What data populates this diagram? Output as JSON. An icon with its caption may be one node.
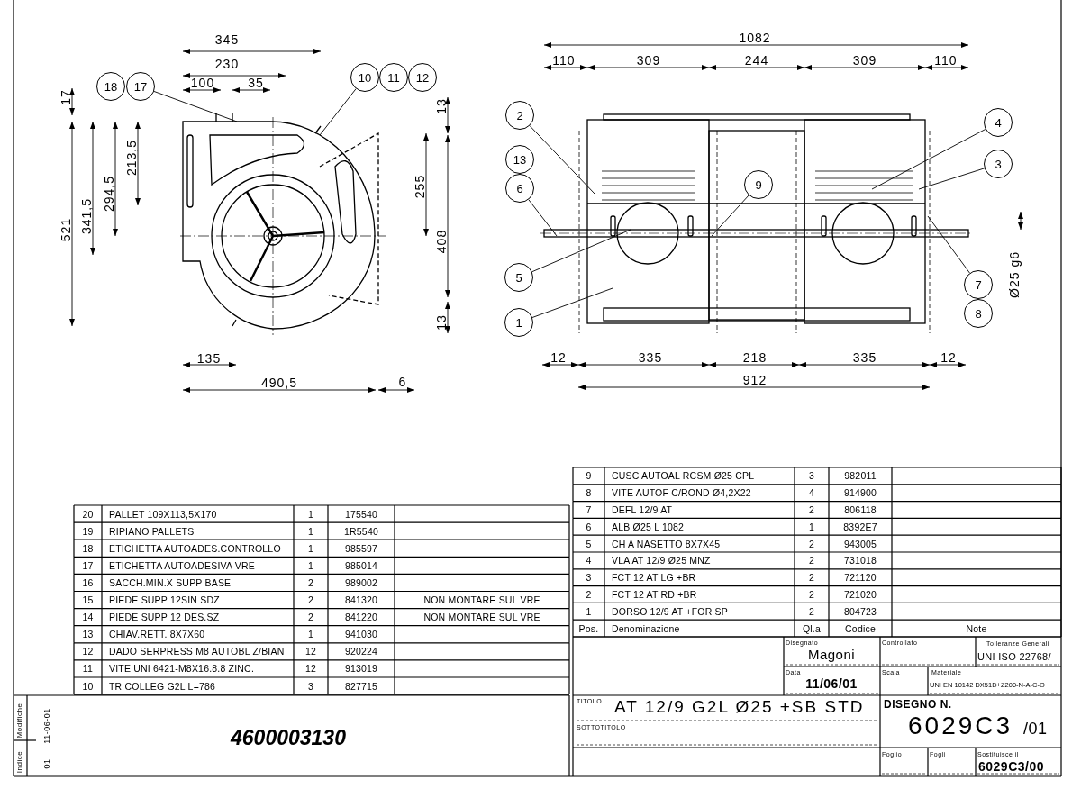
{
  "diagram": {
    "nodes": [
      {
        "text": [
          "18"
        ]
      },
      {
        "text": [
          "17"
        ]
      },
      {
        "text": [
          "10"
        ]
      },
      {
        "text": [
          "11"
        ]
      },
      {
        "text": [
          "12"
        ]
      },
      {
        "text": [
          "2"
        ]
      },
      {
        "text": [
          "13"
        ]
      },
      {
        "text": [
          "6"
        ]
      },
      {
        "text": [
          "5"
        ]
      },
      {
        "text": [
          "1"
        ]
      },
      {
        "text": [
          "9"
        ]
      },
      {
        "text": [
          "4"
        ]
      },
      {
        "text": [
          "3"
        ]
      },
      {
        "text": [
          "7"
        ]
      },
      {
        "text": [
          "8"
        ]
      }
    ],
    "edges": [
      {
        "from": 1,
        "to": null,
        "arrow": "none"
      },
      {
        "from": 2,
        "to": null,
        "arrow": "none"
      },
      {
        "from": 5,
        "to": null,
        "arrow": "none"
      },
      {
        "from": 7,
        "to": null,
        "arrow": "none"
      },
      {
        "from": 8,
        "to": null,
        "arrow": "none"
      },
      {
        "from": 9,
        "to": null,
        "arrow": "none"
      },
      {
        "from": 10,
        "to": null,
        "arrow": "none"
      },
      {
        "from": 11,
        "to": null,
        "arrow": "none"
      },
      {
        "from": 12,
        "to": null,
        "arrow": "none"
      },
      {
        "from": 13,
        "to": null,
        "arrow": "none"
      }
    ],
    "labels": [
      "345",
      "230",
      "100",
      "35",
      "17",
      "521",
      "341,5",
      "294,5",
      "213,5",
      "13",
      "255",
      "408",
      "13",
      "135",
      "490,5",
      "6",
      "1082",
      "110",
      "309",
      "244",
      "309",
      "110",
      "Ø25 g6",
      "12",
      "335",
      "218",
      "335",
      "12",
      "912",
      "20",
      "PALLET 109X113,5X170",
      "1",
      "175540",
      "19",
      "RIPIANO PALLETS",
      "1",
      "1R5540",
      "18",
      "ETICHETTA AUTOADES.CONTROLLO",
      "1",
      "985597",
      "17",
      "ETICHETTA AUTOADESIVA VRE",
      "1",
      "985014",
      "16",
      "SACCH.MIN.X SUPP BASE",
      "2",
      "989002",
      "15",
      "PIEDE SUPP 12SIN SDZ",
      "2",
      "841320",
      "NON MONTARE SUL VRE",
      "14",
      "PIEDE SUPP 12 DES.SZ",
      "2",
      "841220",
      "NON MONTARE SUL VRE",
      "13",
      "CHIAV.RETT. 8X7X60",
      "1",
      "941030",
      "12",
      "DADO SERPRESS M8 AUTOBL Z/BIAN",
      "12",
      "920224",
      "11",
      "VITE UNI 6421-M8X16.8.8 ZINC.",
      "12",
      "913019",
      "10",
      "TR COLLEG G2L L=786",
      "3",
      "827715",
      "9",
      "CUSC AUTOAL RCSM Ø25 CPL",
      "3",
      "982011",
      "8",
      "VITE AUTOF C/ROND Ø4,2X22",
      "4",
      "914900",
      "7",
      "DEFL 12/9 AT",
      "2",
      "806118",
      "6",
      "ALB Ø25 L 1082",
      "1",
      "8392E7",
      "5",
      "CH A NASETTO 8X7X45",
      "2",
      "943005",
      "4",
      "VLA AT 12/9 Ø25 MNZ",
      "2",
      "731018",
      "3",
      "FCT 12 AT LG +BR",
      "2",
      "721120",
      "2",
      "FCT 12 AT RD +BR",
      "2",
      "721020",
      "1",
      "DORSO 12/9 AT +FOR SP",
      "2",
      "804723",
      "Pos.",
      "Denominazione",
      "Ql.a",
      "Codice",
      "Note",
      "Disegnato",
      "Magoni",
      "Controllato",
      "Tolleranze Generali",
      "UNI ISO 22768/",
      "Data",
      "11/06/01",
      "Scala",
      "Materiale",
      "UNI EN 10142 DX51D+Z200-N-A-C-O",
      "TITOLO",
      "AT 12/9 G2L Ø25 +SB STD",
      "SOTTOTITOLO",
      "DISEGNO N.",
      "6029C3",
      "/01",
      "Foglio",
      "Fogli",
      "Sostituisce il",
      "6029C3/00",
      "Modifiche",
      "11-06-01",
      "Indice",
      "01",
      "4600003130"
    ]
  }
}
